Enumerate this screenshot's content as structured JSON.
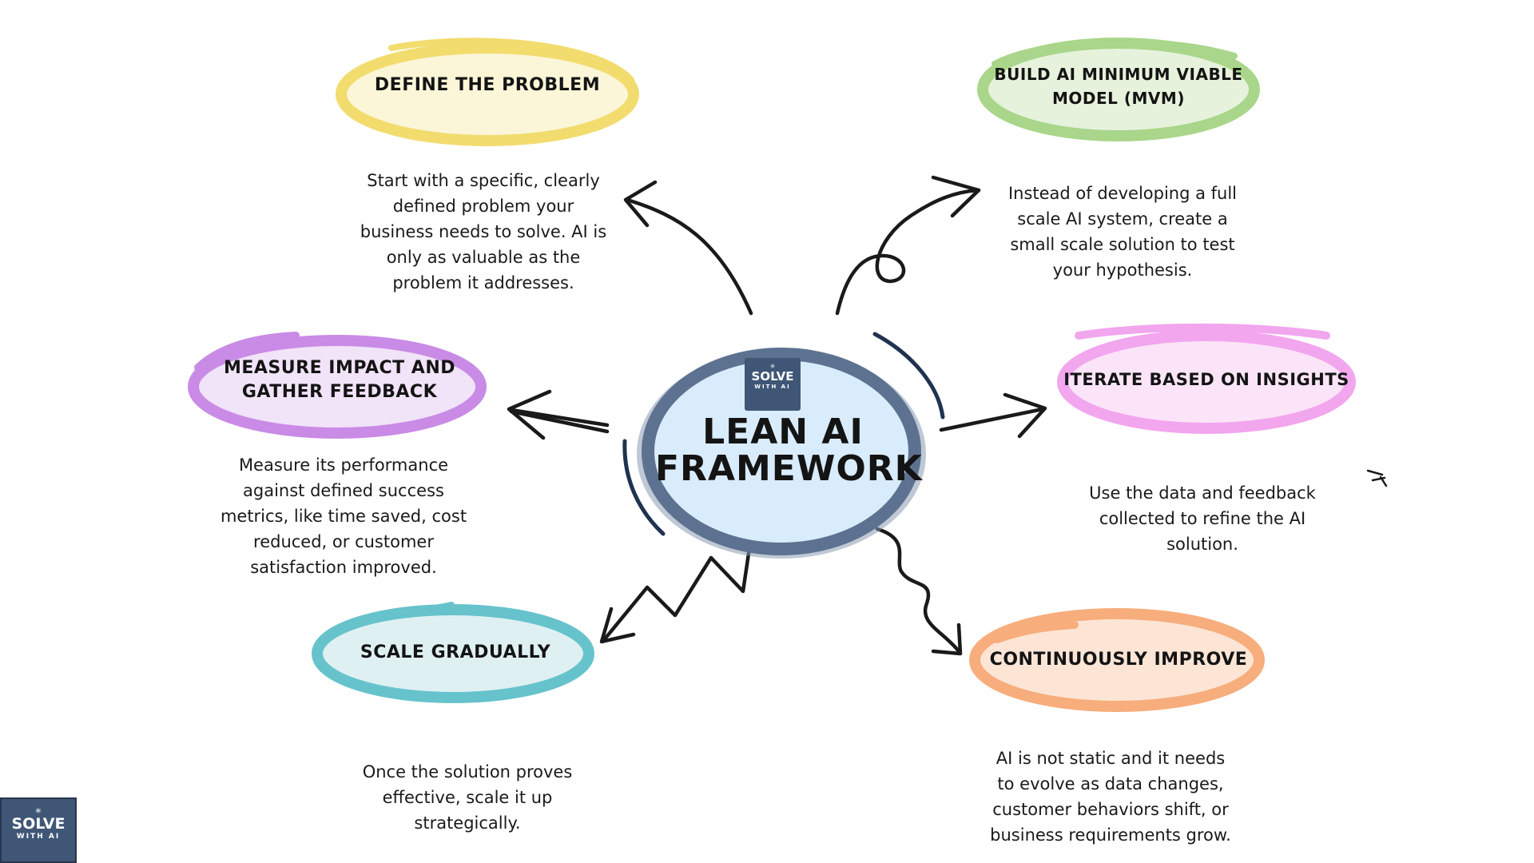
{
  "center": {
    "title_line1": "LEAN AI",
    "title_line2": "FRAMEWORK",
    "logo_line1": "SOLVE",
    "logo_line2": "WITH AI"
  },
  "nodes": [
    {
      "id": "define",
      "title_line1": "DEFINE THE PROBLEM",
      "title_line2": "",
      "fill": "#fbf6d8",
      "stroke": "#f2dc6e",
      "description": [
        "Start with a specific, clearly",
        "defined problem your",
        "business needs to solve. AI is",
        "only as valuable as the",
        "problem it addresses."
      ]
    },
    {
      "id": "build",
      "title_line1": "BUILD AI MINIMUM VIABLE",
      "title_line2": "MODEL (MVM)",
      "fill": "#e6f2dc",
      "stroke": "#a9d68a",
      "description": [
        "Instead of developing a full",
        "scale AI system, create a",
        "small scale solution to test",
        "your hypothesis."
      ]
    },
    {
      "id": "measure",
      "title_line1": "MEASURE IMPACT AND",
      "title_line2": "GATHER FEEDBACK",
      "fill": "#f1e3f8",
      "stroke": "#c98be6",
      "description": [
        "Measure its performance",
        "against defined success",
        "metrics, like time saved, cost",
        "reduced, or customer",
        "satisfaction improved."
      ]
    },
    {
      "id": "iterate",
      "title_line1": "ITERATE BASED ON INSIGHTS",
      "title_line2": "",
      "fill": "#fbe4f8",
      "stroke": "#f2a6ee",
      "description": [
        "Use the data and feedback",
        "collected to refine the AI",
        "solution."
      ]
    },
    {
      "id": "scale",
      "title_line1": "SCALE GRADUALLY",
      "title_line2": "",
      "fill": "#dff0f2",
      "stroke": "#66c3cc",
      "description": [
        "Once the solution proves",
        "effective, scale it up",
        "strategically."
      ]
    },
    {
      "id": "improve",
      "title_line1": "CONTINUOUSLY IMPROVE",
      "title_line2": "",
      "fill": "#fde5d6",
      "stroke": "#f7ad7c",
      "description": [
        "AI is not static and it needs",
        "to evolve as data changes,",
        "customer behaviors shift, or",
        "business requirements grow."
      ]
    }
  ],
  "footer_logo": {
    "line1": "SOLVE",
    "line2": "WITH AI"
  },
  "colors": {
    "center_fill": "#d9ecfb",
    "center_stroke": "#5d7290",
    "arrow": "#1a1a1a",
    "accent_stroke": "#1f3350",
    "logo_bg": "#3f5676"
  }
}
